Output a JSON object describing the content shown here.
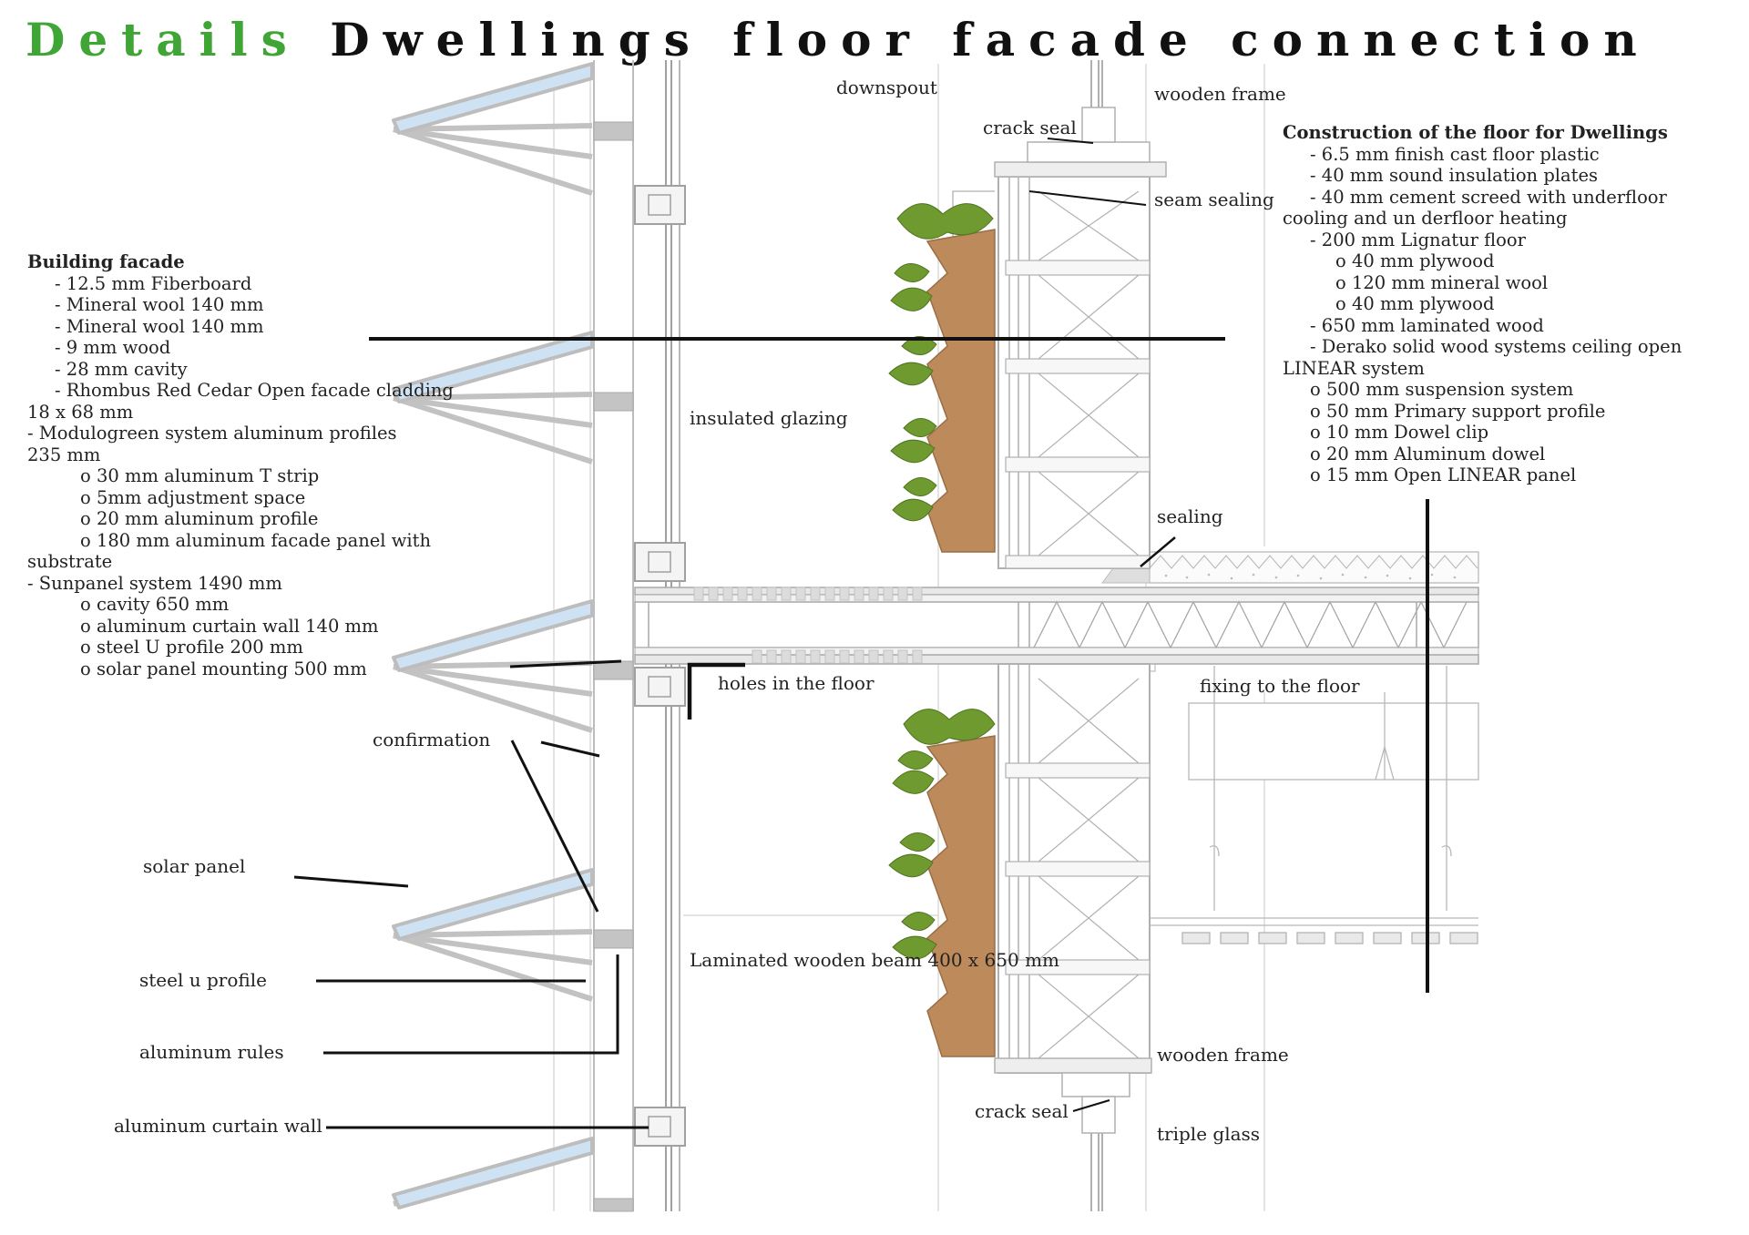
{
  "title": {
    "accent": "Details",
    "main": "Dwellings floor facade connection"
  },
  "colors": {
    "accent": "#3fa535",
    "planter": "#bd8a5c",
    "greenery": "#6f9a30",
    "solar_glass": "#cfe2f4"
  },
  "facade_spec": {
    "heading": "Building facade",
    "lines": [
      {
        "text": "- 12.5 mm Fiberboard",
        "level": 1
      },
      {
        "text": "- Mineral wool 140 mm",
        "level": 1
      },
      {
        "text": "- Mineral wool 140 mm",
        "level": 1
      },
      {
        "text": "- 9 mm wood",
        "level": 1
      },
      {
        "text": "- 28 mm cavity",
        "level": 1
      },
      {
        "text": "- Rhombus Red Cedar Open facade cladding",
        "level": 1
      },
      {
        "text": "18 x 68 mm",
        "level": 0
      },
      {
        "text": "- Modulogreen system aluminum profiles",
        "level": 0
      },
      {
        "text": "235 mm",
        "level": 0
      },
      {
        "text": "o 30 mm aluminum T strip",
        "level": 2
      },
      {
        "text": "o 5mm adjustment space",
        "level": 2
      },
      {
        "text": "o 20 mm aluminum profile",
        "level": 2
      },
      {
        "text": "o 180 mm aluminum facade panel with",
        "level": 2
      },
      {
        "text": "substrate",
        "level": 0
      },
      {
        "text": "- Sunpanel system 1490 mm",
        "level": 0
      },
      {
        "text": "o cavity 650 mm",
        "level": 2
      },
      {
        "text": "o aluminum curtain wall 140 mm",
        "level": 2
      },
      {
        "text": "o steel U profile 200 mm",
        "level": 2
      },
      {
        "text": "o solar panel mounting 500 mm",
        "level": 2
      }
    ]
  },
  "floor_spec": {
    "heading": "Construction of the floor for Dwellings",
    "lines": [
      {
        "text": "- 6.5 mm finish cast floor plastic",
        "level": 1
      },
      {
        "text": "- 40 mm sound insulation plates",
        "level": 1
      },
      {
        "text": "- 40 mm cement screed with underfloor",
        "level": 1
      },
      {
        "text": "cooling and un          derfloor heating",
        "level": 0
      },
      {
        "text": "- 200 mm Lignatur floor",
        "level": 1
      },
      {
        "text": "o 40 mm plywood",
        "level": 2
      },
      {
        "text": "o 120 mm mineral wool",
        "level": 2
      },
      {
        "text": "o 40 mm plywood",
        "level": 2
      },
      {
        "text": "- 650 mm laminated wood",
        "level": 1
      },
      {
        "text": "- Derako solid wood systems ceiling open",
        "level": 1
      },
      {
        "text": "LINEAR system",
        "level": 0
      },
      {
        "text": "o 500 mm suspension system",
        "level": 1
      },
      {
        "text": "o 50 mm Primary support profile",
        "level": 1
      },
      {
        "text": "o 10 mm Dowel clip",
        "level": 1
      },
      {
        "text": "o 20 mm Aluminum dowel",
        "level": 1
      },
      {
        "text": "o 15 mm Open LINEAR panel",
        "level": 1
      }
    ]
  },
  "labels": {
    "downspout": "downspout",
    "wooden_frame_top": "wooden frame",
    "crack_seal_top": "crack seal",
    "seam_sealing": "seam sealing",
    "insulated_glazing": "insulated glazing",
    "sealing": "sealing",
    "holes_in_floor": "holes in the floor",
    "fixing_to_floor": "fixing to the floor",
    "confirmation": "confirmation",
    "solar_panel": "solar panel",
    "steel_u_profile": "steel u profile",
    "laminated_beam": "Laminated wooden beam 400 x 650 mm",
    "aluminum_rules": "aluminum rules",
    "wooden_frame_bottom": "wooden frame",
    "crack_seal_bottom": "crack seal",
    "aluminum_curtain_wall": "aluminum curtain wall",
    "triple_glass": "triple glass"
  }
}
